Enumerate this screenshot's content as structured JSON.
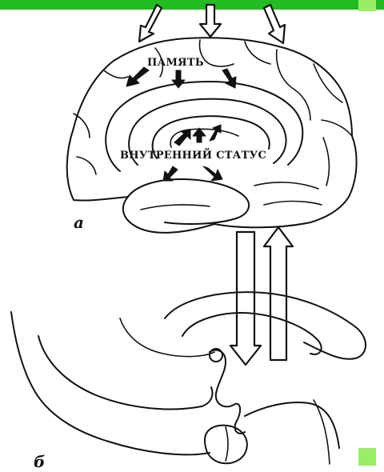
{
  "labels": {
    "memory": "ПАМЯТЬ",
    "internal_status": "ВНУТРЕННИЙ СТАТУС",
    "panel_a": "а",
    "panel_b": "б"
  },
  "colors": {
    "accent_green": "#22bb22",
    "corner_green": "#99ee66",
    "ink": "#111111",
    "background": "#ffffff"
  }
}
